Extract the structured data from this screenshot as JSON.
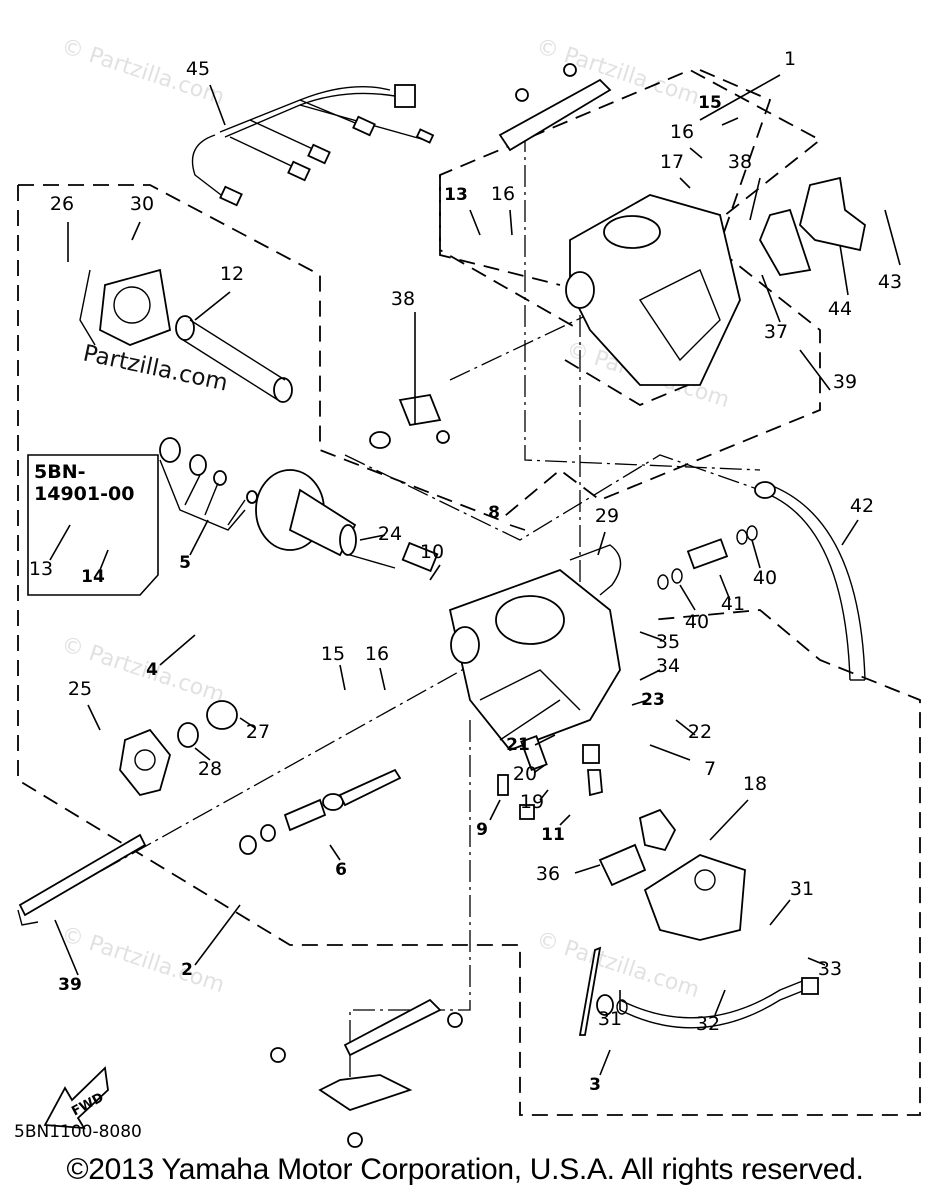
{
  "diagram": {
    "title": "Carburetor exploded parts diagram",
    "kit_box": {
      "line1": "5BN-",
      "line2": "14901-00"
    },
    "fwd_label": "FWD",
    "diagram_code": "5BN1100-8080",
    "copyright": "©2013 Yamaha Motor Corporation, U.S.A. All rights reserved.",
    "watermark": "© Partzilla.com",
    "watermark_plain": "Partzilla.com",
    "callouts": [
      {
        "id": "c1",
        "label": "1",
        "bold": false
      },
      {
        "id": "c15a",
        "label": "15",
        "bold": true
      },
      {
        "id": "c16a",
        "label": "16",
        "bold": false
      },
      {
        "id": "c17",
        "label": "17",
        "bold": false
      },
      {
        "id": "c38a",
        "label": "38",
        "bold": false
      },
      {
        "id": "c13a",
        "label": "13",
        "bold": true
      },
      {
        "id": "c16b",
        "label": "16",
        "bold": false
      },
      {
        "id": "c43",
        "label": "43",
        "bold": false
      },
      {
        "id": "c44",
        "label": "44",
        "bold": false
      },
      {
        "id": "c37",
        "label": "37",
        "bold": false
      },
      {
        "id": "c45",
        "label": "45",
        "bold": false
      },
      {
        "id": "c26",
        "label": "26",
        "bold": false
      },
      {
        "id": "c30",
        "label": "30",
        "bold": false
      },
      {
        "id": "c12",
        "label": "12",
        "bold": false
      },
      {
        "id": "c38b",
        "label": "38",
        "bold": false
      },
      {
        "id": "c39a",
        "label": "39",
        "bold": false
      },
      {
        "id": "c42",
        "label": "42",
        "bold": false
      },
      {
        "id": "c13b",
        "label": "13",
        "bold": false
      },
      {
        "id": "c14",
        "label": "14",
        "bold": true
      },
      {
        "id": "c5",
        "label": "5",
        "bold": true
      },
      {
        "id": "c24",
        "label": "24",
        "bold": false
      },
      {
        "id": "c8",
        "label": "8",
        "bold": true
      },
      {
        "id": "c29",
        "label": "29",
        "bold": false
      },
      {
        "id": "c10",
        "label": "10",
        "bold": false
      },
      {
        "id": "c40a",
        "label": "40",
        "bold": false
      },
      {
        "id": "c41",
        "label": "41",
        "bold": false
      },
      {
        "id": "c40b",
        "label": "40",
        "bold": false
      },
      {
        "id": "c4",
        "label": "4",
        "bold": true
      },
      {
        "id": "c15b",
        "label": "15",
        "bold": false
      },
      {
        "id": "c16c",
        "label": "16",
        "bold": false
      },
      {
        "id": "c35",
        "label": "35",
        "bold": false
      },
      {
        "id": "c34",
        "label": "34",
        "bold": false
      },
      {
        "id": "c25",
        "label": "25",
        "bold": false
      },
      {
        "id": "c27",
        "label": "27",
        "bold": false
      },
      {
        "id": "c23",
        "label": "23",
        "bold": true
      },
      {
        "id": "c22",
        "label": "22",
        "bold": false
      },
      {
        "id": "c28",
        "label": "28",
        "bold": false
      },
      {
        "id": "c21",
        "label": "21",
        "bold": true
      },
      {
        "id": "c7",
        "label": "7",
        "bold": false
      },
      {
        "id": "c20",
        "label": "20",
        "bold": false
      },
      {
        "id": "c19",
        "label": "19",
        "bold": false
      },
      {
        "id": "c9",
        "label": "9",
        "bold": true
      },
      {
        "id": "c11",
        "label": "11",
        "bold": true
      },
      {
        "id": "c18",
        "label": "18",
        "bold": false
      },
      {
        "id": "c6",
        "label": "6",
        "bold": true
      },
      {
        "id": "c36",
        "label": "36",
        "bold": false
      },
      {
        "id": "c31a",
        "label": "31",
        "bold": false
      },
      {
        "id": "c33",
        "label": "33",
        "bold": false
      },
      {
        "id": "c39b",
        "label": "39",
        "bold": true
      },
      {
        "id": "c2",
        "label": "2",
        "bold": true
      },
      {
        "id": "c31b",
        "label": "31",
        "bold": false
      },
      {
        "id": "c32",
        "label": "32",
        "bold": false
      },
      {
        "id": "c3",
        "label": "3",
        "bold": true
      }
    ]
  }
}
